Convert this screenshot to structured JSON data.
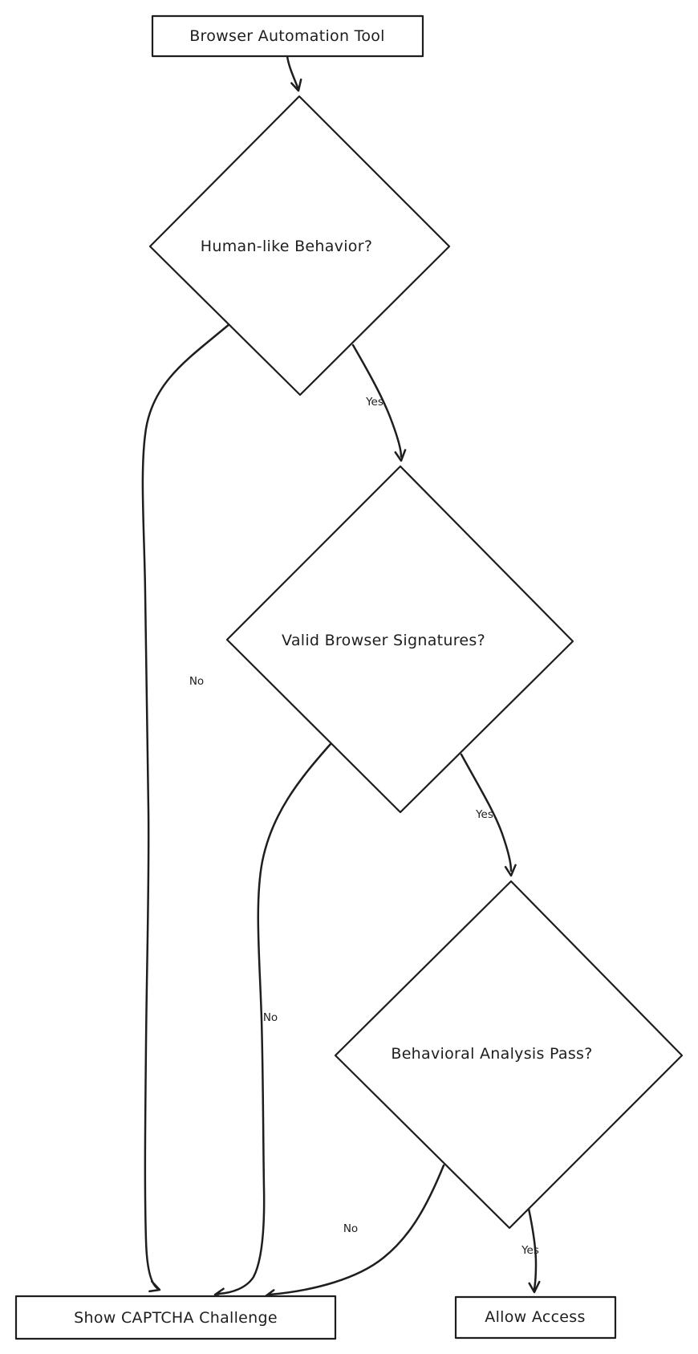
{
  "diagram": {
    "type": "flowchart",
    "background": "#ffffff",
    "stroke_color": "#1e1e1e"
  },
  "nodes": {
    "start": {
      "label": "Browser Automation Tool",
      "shape": "rectangle"
    },
    "decision1": {
      "label": "Human-like Behavior?",
      "shape": "diamond"
    },
    "decision2": {
      "label": "Valid Browser Signatures?",
      "shape": "diamond"
    },
    "decision3": {
      "label": "Behavioral Analysis Pass?",
      "shape": "diamond"
    },
    "captcha": {
      "label": "Show CAPTCHA Challenge",
      "shape": "rectangle"
    },
    "allow": {
      "label": "Allow Access",
      "shape": "rectangle"
    }
  },
  "edges": [
    {
      "from": "start",
      "to": "decision1",
      "label": ""
    },
    {
      "from": "decision1",
      "to": "decision2",
      "label": "Yes"
    },
    {
      "from": "decision1",
      "to": "captcha",
      "label": "No"
    },
    {
      "from": "decision2",
      "to": "decision3",
      "label": "Yes"
    },
    {
      "from": "decision2",
      "to": "captcha",
      "label": "No"
    },
    {
      "from": "decision3",
      "to": "allow",
      "label": "Yes"
    },
    {
      "from": "decision3",
      "to": "captcha",
      "label": "No"
    }
  ]
}
